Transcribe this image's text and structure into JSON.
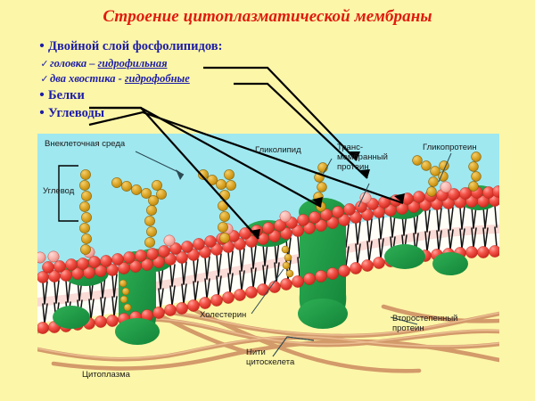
{
  "slide": {
    "title": "Строение цитоплазматической мембраны",
    "background_color": "#fcf6a8",
    "title_color": "#e01b10"
  },
  "outline": {
    "items": [
      {
        "marker": "•",
        "level": 1,
        "text": "Двойной слой фосфолипидов:"
      },
      {
        "marker": "✓",
        "level": 2,
        "text": "головка – ",
        "underlined": "гидрофильная"
      },
      {
        "marker": "✓",
        "level": 2,
        "text": "два хвостика - ",
        "underlined": "гидрофобные"
      },
      {
        "marker": "•",
        "level": 1,
        "text": "Белки"
      },
      {
        "marker": "•",
        "level": 1,
        "text": "Углеводы"
      }
    ]
  },
  "diagram": {
    "extracellular_color": "#9fe8f0",
    "cytoplasm_color": "#fcf6a8",
    "head_color": "#f0463c",
    "tail_color": "#111111",
    "protein_color": "#1f9b43",
    "sugar_color": "#dda21f",
    "filament_color": "#d39a6a",
    "labels": {
      "extracellular": "Внеклеточная среда",
      "carbohydrate": "Углевод",
      "glycolipid": "Гликолипид",
      "transmembrane_protein": "Транс-\nмембранный\nпротеин",
      "glycoprotein": "Гликопротеин",
      "cholesterol": "Холестерин",
      "cytoskeleton": "Нити\nцитоскелета",
      "peripheral_protein": "Второстепенный\nпротеин",
      "cytoplasm": "Цитоплазма"
    }
  }
}
